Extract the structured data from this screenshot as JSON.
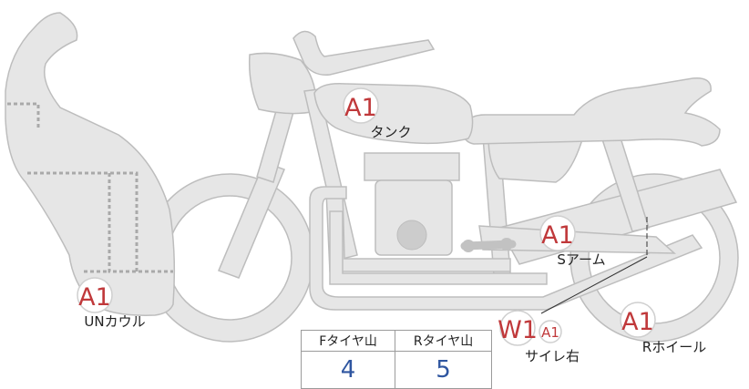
{
  "parts": [
    {
      "id": "tank",
      "label": "タンク",
      "grade": "A1"
    },
    {
      "id": "swingarm",
      "label": "Sアーム",
      "grade": "A1"
    },
    {
      "id": "under-cowl",
      "label": "UNカウル",
      "grade": "A1"
    },
    {
      "id": "rear-wheel",
      "label": "Rホイール",
      "grade": "A1"
    },
    {
      "id": "silencer-right",
      "label": "サイレ右",
      "grade": "W1",
      "subgrade": "A1"
    }
  ],
  "tire_tread": {
    "headers": [
      "Fタイヤ山",
      "Rタイヤ山"
    ],
    "values": [
      "4",
      "5"
    ]
  },
  "colors": {
    "grade_text": "#c0393b",
    "tread_value": "#2f56a0",
    "part_fill": "#e6e6e6"
  }
}
